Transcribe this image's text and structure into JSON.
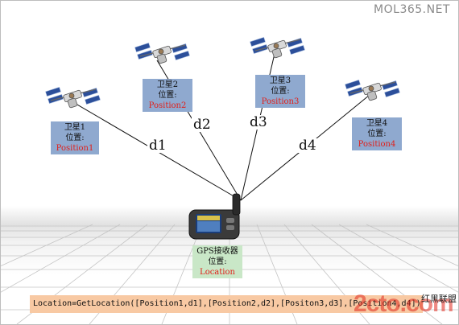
{
  "watermark": "MOL365.NET",
  "satellites": [
    {
      "name": "卫星1",
      "pos_label": "位置:",
      "position": "Position1"
    },
    {
      "name": "卫星2",
      "pos_label": "位置:",
      "position": "Position2"
    },
    {
      "name": "卫星3",
      "pos_label": "位置:",
      "position": "Position3"
    },
    {
      "name": "卫星4",
      "pos_label": "位置:",
      "position": "Position4"
    }
  ],
  "distances": [
    "d1",
    "d2",
    "d3",
    "d4"
  ],
  "receiver": {
    "name": "GPS接收器",
    "pos_label": "位置:",
    "position": "Location"
  },
  "formula": "Location=GetLocation([Position1,d1],[Position2,d2],[Positon3,d3],[Position4,d4])",
  "logo": {
    "big": "2cto.com",
    "small": "红黑联盟"
  },
  "colors": {
    "sat_box": "#8fa9cf",
    "receiver_box": "#c9e7c7",
    "formula_box": "#f8c9a3",
    "position_text": "#e0201a"
  }
}
